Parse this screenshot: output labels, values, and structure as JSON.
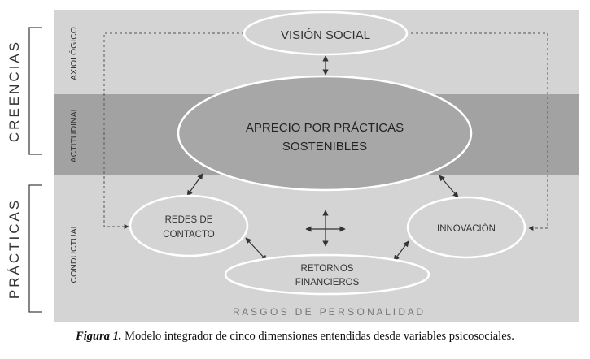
{
  "groups": {
    "beliefs": "CREENCIAS",
    "practices": "PRÁCTICAS"
  },
  "levels": {
    "axiological": "AXIOLÓGICO",
    "attitudinal": "ACTITUDINAL",
    "behavioral": "CONDUCTUAL"
  },
  "nodes": {
    "social_vision": "VISIÓN SOCIAL",
    "appreciation_line1": "APRECIO POR PRÁCTICAS",
    "appreciation_line2": "SOSTENIBLES",
    "networks_line1": "REDES DE",
    "networks_line2": "CONTACTO",
    "innovation": "INNOVACIÓN",
    "returns_line1": "RETORNOS",
    "returns_line2": "FINANCIEROS"
  },
  "base_label": "R A S G O S   D E   P E R S O N A L I D A D",
  "caption": {
    "lead": "Figura 1.",
    "text": " Modelo integrador de cinco dimensiones entendidas desde variables psicosociales."
  },
  "colors": {
    "panel": "#d4d4d4",
    "band": "#a2a2a2",
    "ellipse_fill": "#a7a7a7",
    "outline": "#ffffff",
    "ink": "#333333"
  }
}
